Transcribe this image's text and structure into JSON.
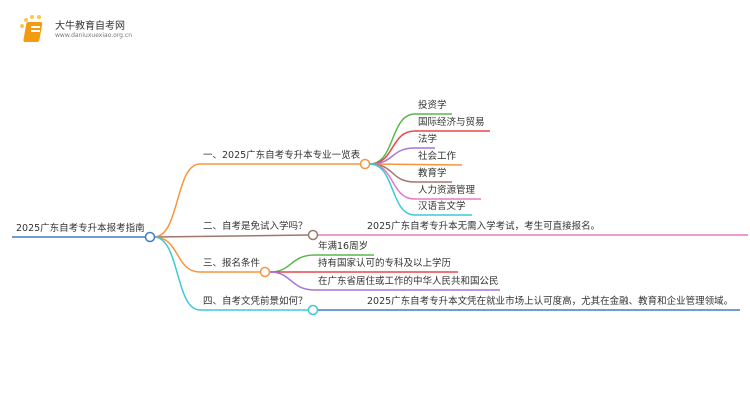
{
  "logo": {
    "name": "大牛教育自考网",
    "url": "www.daniuxuexiao.org.cn"
  },
  "root": "2025广东自考专升本报考指南",
  "branches": [
    {
      "label": "一、2025广东自考专升本专业一览表",
      "children": [
        "投资学",
        "国际经济与贸易",
        "法学",
        "社会工作",
        "教育学",
        "人力资源管理",
        "汉语言文学"
      ]
    },
    {
      "label": "二、自考是免试入学吗？",
      "children": [
        "2025广东自考专升本无需入学考试，考生可直接报名。"
      ]
    },
    {
      "label": "三、报名条件",
      "children": [
        "年满16周岁",
        "持有国家认可的专科及以上学历",
        "在广东省居住或工作的中华人民共和国公民"
      ]
    },
    {
      "label": "四、自考文凭前景如何？",
      "children": [
        "2025广东自考专升本文凭在就业市场上认可度高，尤其在金融、教育和企业管理领域。"
      ]
    }
  ],
  "colors": {
    "orange": "#f7953b",
    "brown": "#a0786a",
    "cyan": "#3cc8d8",
    "green": "#5ab84b",
    "red": "#e8464b",
    "purple": "#a675d6",
    "pink": "#e879c6",
    "blue": "#3f7fc6"
  }
}
